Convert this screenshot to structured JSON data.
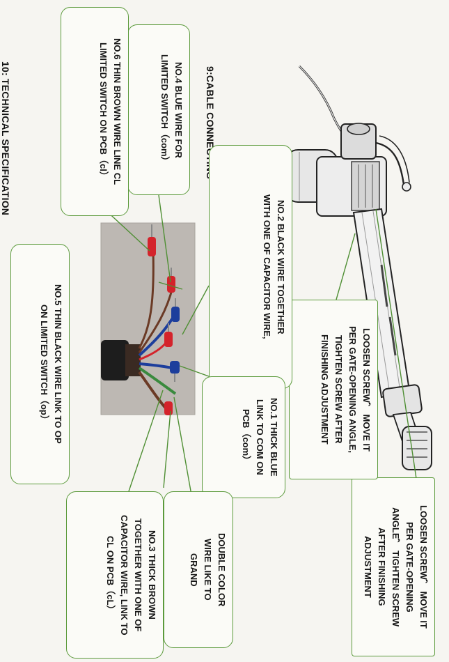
{
  "headings": {
    "cable_connecting": "9:CABLE CONNECTING",
    "technical_specification": "10:  TECHNICAL SPECIFICATION"
  },
  "callouts": {
    "loosen_screw_right": "LOOSEN SCREW， MOVE IT\nPER GATE-OPENING\nANGLE， TIGHTEN SCREW\nAFTER FINISHING\nADJUSTMENT",
    "loosen_screw_left": "LOOSEN SCREW， MOVE IT\nPER GATE-OPENING ANGLE,\nTIGHTEN SCREW AFTER\nFINISHING ADJUSTMENT",
    "no2_black": "NO.2 BLACK WIRE TOGETHER\nWITH ONE OF CAPACITOR WIRE,",
    "no1_blue": "NO.1 THICK BLUE\nLINK TO COM ON\nPCB（com）",
    "double_color": "DOUBLE COLOR\nWIRE LIKE TO\nGRAND",
    "no3_brown": "NO.3 THICK BROWN\nTOGETHER WITH ONE OF\nCAPACITOR WIRE, LINK TO\nCL ON PCB（cL）",
    "no5_black": "NO.5 THIN BLACK WIRE LINK TO OP\nON LIMITED SWITCH（op）",
    "no4_blue": "NO.4    BLUE    WIRE    FOR\nLIMITED SWITCH（com）",
    "no6_brown": "NO.6 THIN BROWN WIRE LINE CL\nLIMITED SWITCH ON PCB（cl）"
  },
  "colors": {
    "callout_border": "#5b9a3b",
    "leader_line": "#4f8f34",
    "wire_blue": "#1d3e9c",
    "wire_red": "#d4232b",
    "wire_green": "#3a8a3e",
    "wire_brown": "#6b3a25"
  },
  "icons": [
    "linear-actuator-illustration",
    "wire-bundle-photo"
  ]
}
